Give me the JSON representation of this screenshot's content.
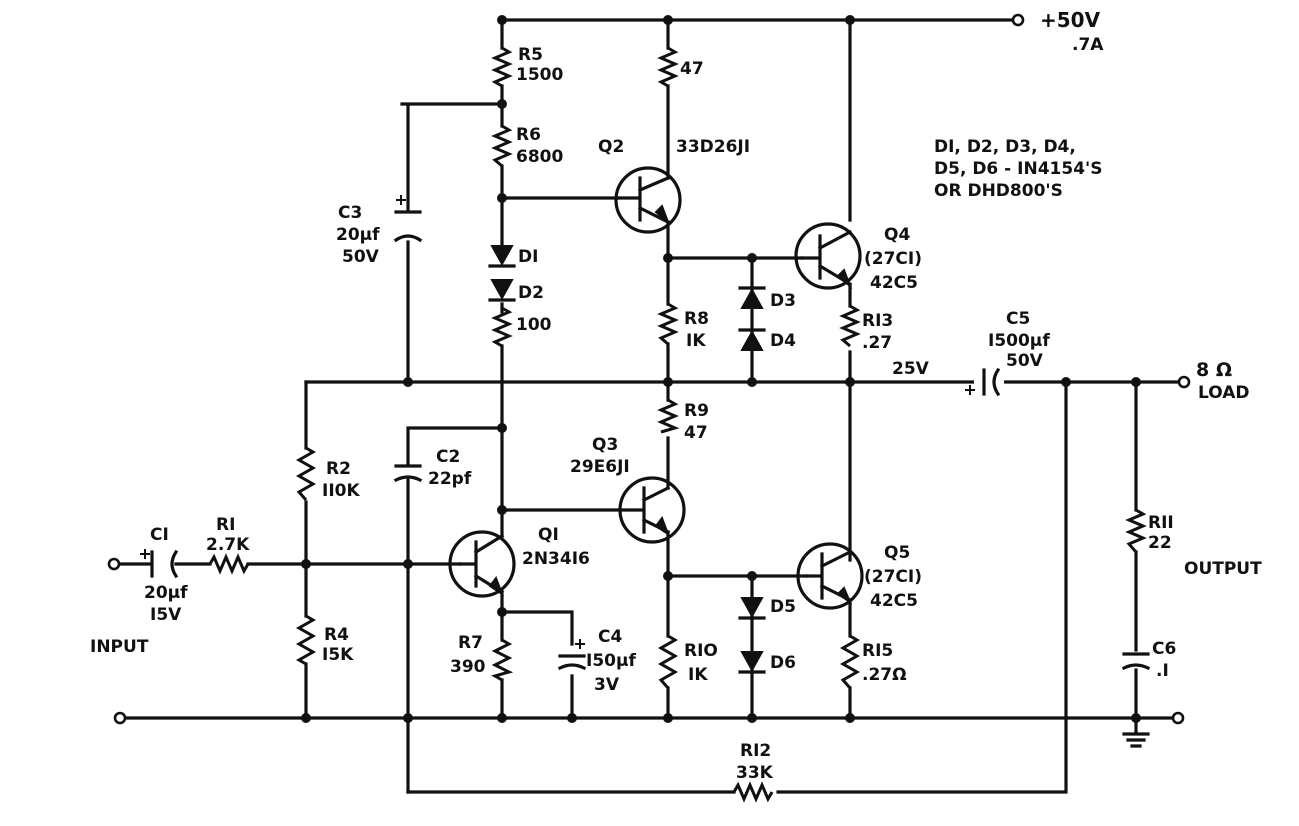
{
  "supply": {
    "voltage": "+50V",
    "current": ".7A"
  },
  "diode_note": [
    "DI, D2, D3, D4,",
    "D5, D6 - IN4154'S",
    "OR DHD800'S"
  ],
  "components": {
    "r5": {
      "name": "R5",
      "value": "1500"
    },
    "r_q2": {
      "value": "47"
    },
    "r6": {
      "name": "R6",
      "value": "6800"
    },
    "q2": {
      "name": "Q2",
      "part": "33D26JI"
    },
    "c3": {
      "name": "C3",
      "value": "20µf",
      "voltage": "50V"
    },
    "d1": {
      "name": "DI"
    },
    "d2": {
      "name": "D2"
    },
    "r_100": {
      "value": "100"
    },
    "q4": {
      "name": "Q4",
      "part": "(27CI)",
      "part2": "42C5"
    },
    "d3": {
      "name": "D3"
    },
    "d4": {
      "name": "D4"
    },
    "r8": {
      "name": "R8",
      "value": "IK"
    },
    "r13": {
      "name": "RI3",
      "value": ".27"
    },
    "c5": {
      "name": "C5",
      "value": "I500µf",
      "voltage": "50V"
    },
    "mid_voltage": "25V",
    "r9": {
      "name": "R9",
      "value": "47"
    },
    "q3": {
      "name": "Q3",
      "part": "29E6JI"
    },
    "r2": {
      "name": "R2",
      "value": "II0K"
    },
    "c2": {
      "name": "C2",
      "value": "22pf"
    },
    "q1": {
      "name": "QI",
      "part": "2N34I6"
    },
    "c1": {
      "name": "CI",
      "value": "20µf",
      "voltage": "I5V"
    },
    "r1": {
      "name": "RI",
      "value": "2.7K"
    },
    "q5": {
      "name": "Q5",
      "part": "(27CI)",
      "part2": "42C5"
    },
    "d5": {
      "name": "D5"
    },
    "d6": {
      "name": "D6"
    },
    "r11": {
      "name": "RII",
      "value": "22"
    },
    "r4": {
      "name": "R4",
      "value": "I5K"
    },
    "r7": {
      "name": "R7",
      "value": "390"
    },
    "c4": {
      "name": "C4",
      "value": "I50µf",
      "voltage": "3V"
    },
    "r10": {
      "name": "RIO",
      "value": "IK"
    },
    "r15": {
      "name": "RI5",
      "value": ".27Ω"
    },
    "c6": {
      "name": "C6",
      "value": ".I"
    },
    "r12": {
      "name": "RI2",
      "value": "33K"
    }
  },
  "labels": {
    "input": "INPUT",
    "output": "OUTPUT",
    "load_ohms": "8 Ω",
    "load": "LOAD"
  }
}
